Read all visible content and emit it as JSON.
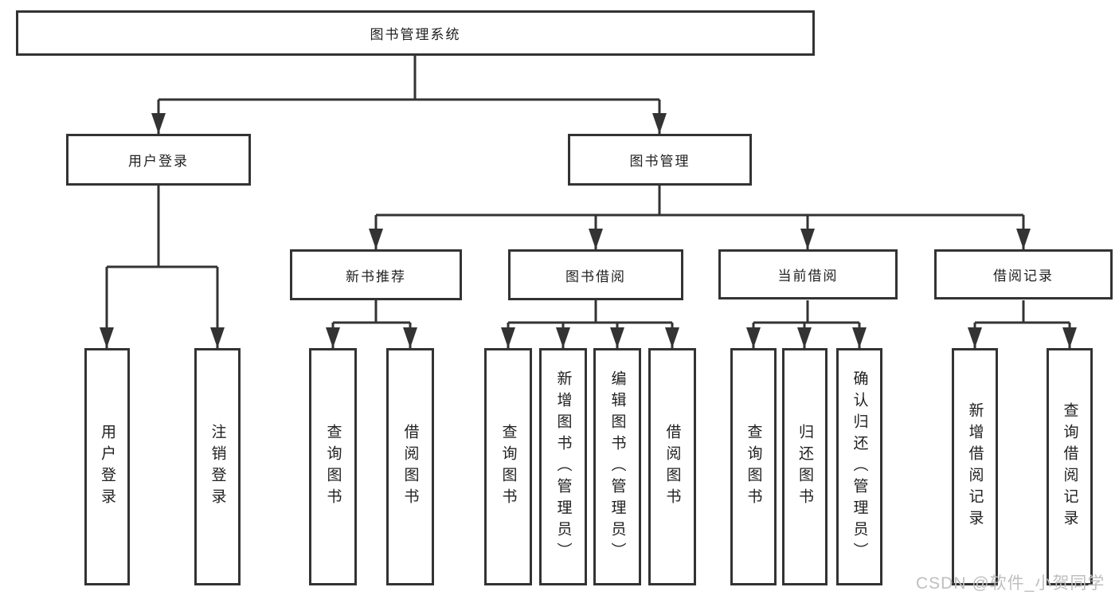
{
  "diagram_title": "图书管理系统",
  "tree": {
    "label": "图书管理系统",
    "children": [
      {
        "label": "用户登录",
        "children": [
          {
            "label": "用户登录"
          },
          {
            "label": "注销登录"
          }
        ]
      },
      {
        "label": "图书管理",
        "children": [
          {
            "label": "新书推荐",
            "children": [
              {
                "label": "查询图书"
              },
              {
                "label": "借阅图书"
              }
            ]
          },
          {
            "label": "图书借阅",
            "children": [
              {
                "label": "查询图书"
              },
              {
                "label": "新增图书（管理员）"
              },
              {
                "label": "编辑图书（管理员）"
              },
              {
                "label": "借阅图书"
              }
            ]
          },
          {
            "label": "当前借阅",
            "children": [
              {
                "label": "查询图书"
              },
              {
                "label": "归还图书"
              },
              {
                "label": "确认归还（管理员）"
              }
            ]
          },
          {
            "label": "借阅记录",
            "children": [
              {
                "label": "新增借阅记录"
              },
              {
                "label": "查询借阅记录"
              }
            ]
          }
        ]
      }
    ]
  },
  "watermark": "CSDN @软件_小贺同学",
  "colors": {
    "line": "#333333",
    "text": "#212121",
    "background": "#ffffff",
    "watermark": "#bfbfbf"
  }
}
